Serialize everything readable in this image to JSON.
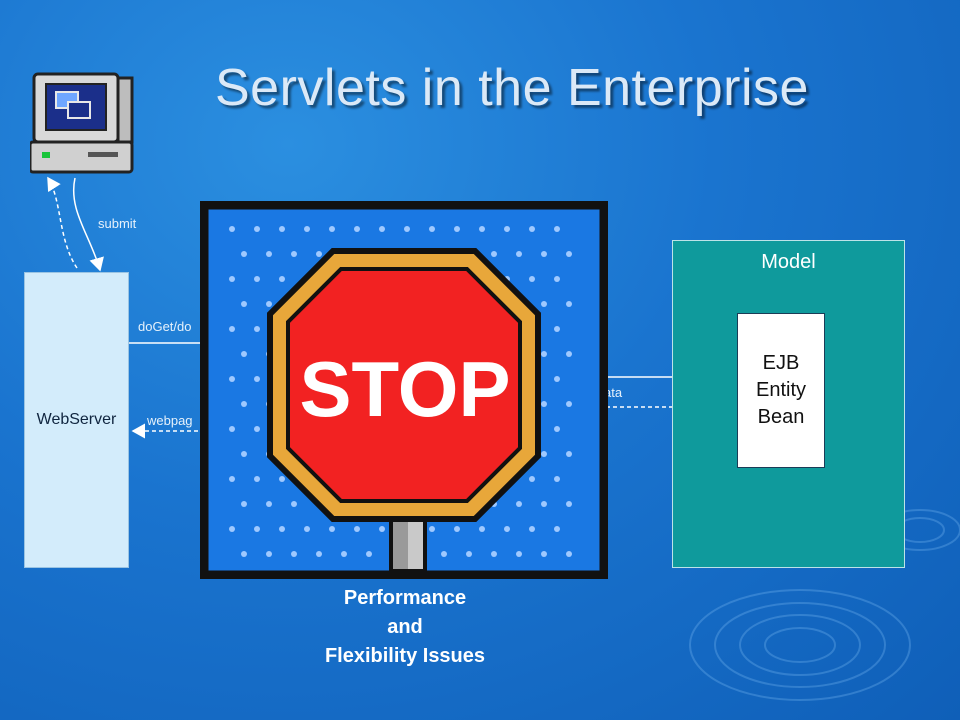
{
  "slide": {
    "title": "Servlets in the Enterprise"
  },
  "diagram": {
    "webserver_label": "WebServer",
    "model_label": "Model",
    "ejb_label": "EJB\nEntity\nBean",
    "arrows": {
      "submit": "submit",
      "doget": "doGet/do",
      "webpage": "webpag",
      "data": "ata"
    }
  },
  "stop_sign": {
    "text": "STOP",
    "colors": {
      "background": "#1a78e3",
      "sign_red": "#f22222",
      "border": "#111111",
      "dots": "#9fc9ff",
      "gold": "#e8a73a"
    }
  },
  "caption": {
    "line1": "Performance",
    "line2": "and",
    "line3": "Flexibility Issues"
  },
  "colors": {
    "background": "#1a74cf",
    "webserver_fill": "#d3ecfb",
    "model_fill": "#0f9a9c"
  }
}
